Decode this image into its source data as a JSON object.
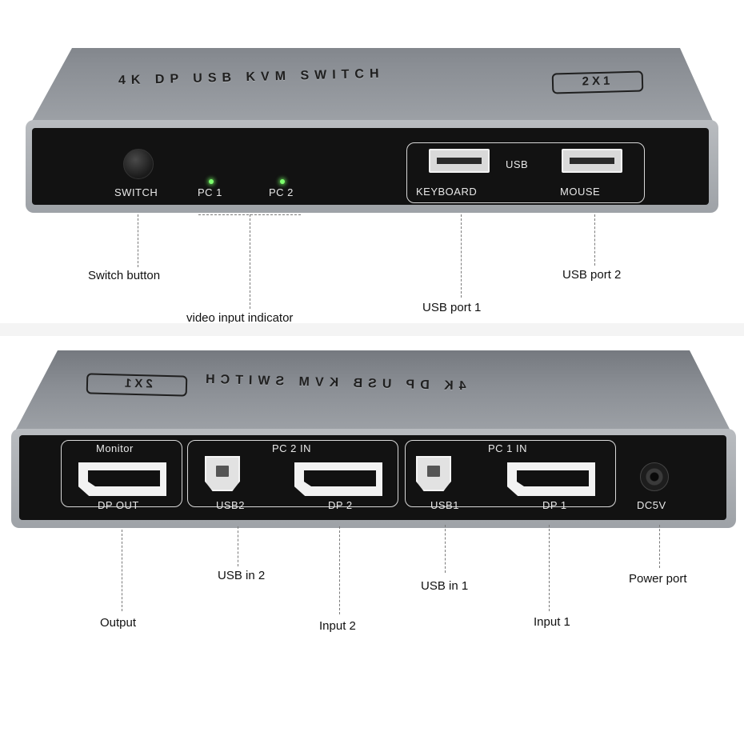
{
  "front_view": {
    "lid_title": "4K DP USB KVM SWITCH",
    "lid_badge": "2X1",
    "switch_label": "SWITCH",
    "pc1_label": "PC 1",
    "pc2_label": "PC 2",
    "usb_group_label": "USB",
    "keyboard_label": "KEYBOARD",
    "mouse_label": "MOUSE",
    "led_color": "#7dff6e"
  },
  "front_callouts": {
    "switch_button": "Switch button",
    "video_input_indicator": "video input indicator",
    "usb_port_1": "USB port 1",
    "usb_port_2": "USB port 2"
  },
  "rear_view": {
    "lid_title": "4K DP USB KVM SWITCH",
    "lid_badge": "2X1",
    "monitor_label": "Monitor",
    "dp_out_label": "DP OUT",
    "pc2_in_label": "PC 2 IN",
    "usb2_label": "USB2",
    "dp2_label": "DP 2",
    "pc1_in_label": "PC 1 IN",
    "usb1_label": "USB1",
    "dp1_label": "DP 1",
    "dc_label": "DC5V"
  },
  "rear_callouts": {
    "output": "Output",
    "usb_in_2": "USB in 2",
    "input_2": "Input 2",
    "usb_in_1": "USB in 1",
    "input_1": "Input 1",
    "power_port": "Power port"
  },
  "icons": [
    "usb-a-port-icon",
    "usb-b-port-icon",
    "displayport-icon",
    "dc-jack-icon",
    "led-icon",
    "push-button-icon"
  ]
}
